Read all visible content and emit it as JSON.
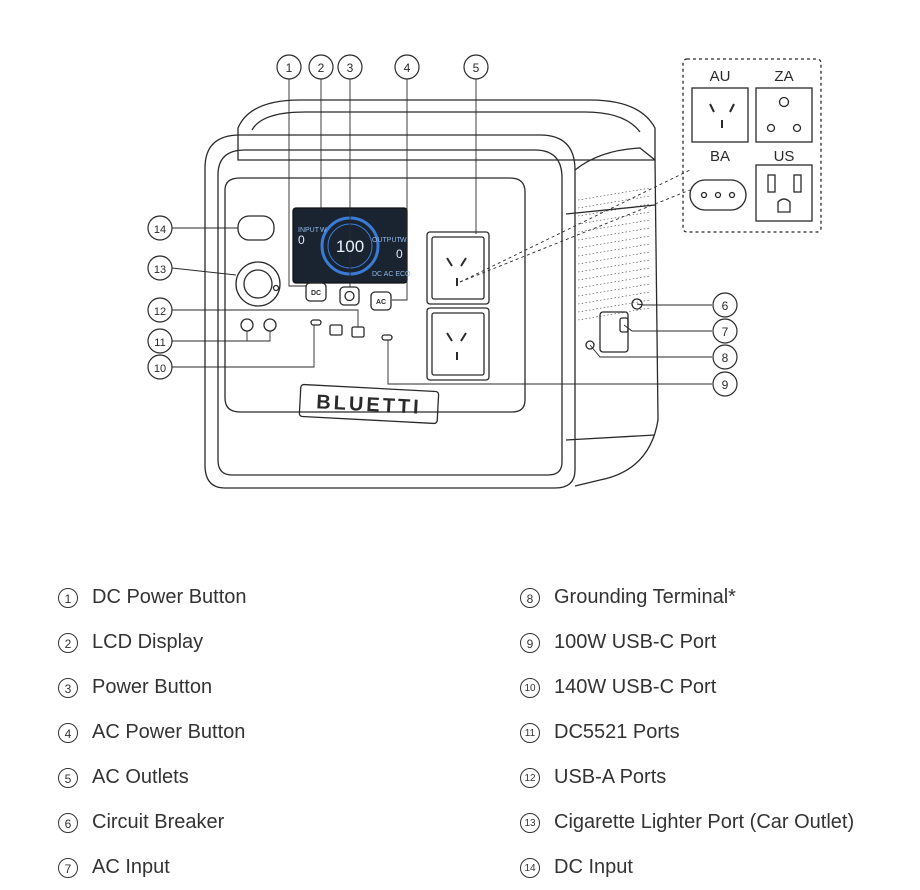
{
  "plug_types": [
    "AU",
    "ZA",
    "BA",
    "US"
  ],
  "device_brand": "BLUETTI",
  "lcd": {
    "center_value": "100",
    "left_label": "INPUT",
    "left_value": "0",
    "left_unit": "W",
    "right_label": "OUTPUT",
    "right_value": "0",
    "right_unit": "W",
    "status_text": "DC  AC  ECO"
  },
  "buttons": {
    "dc": "DC",
    "ac": "AC"
  },
  "callouts": [
    {
      "number": "1",
      "label": "DC Power Button"
    },
    {
      "number": "2",
      "label": "LCD Display"
    },
    {
      "number": "3",
      "label": "Power Button"
    },
    {
      "number": "4",
      "label": "AC Power Button"
    },
    {
      "number": "5",
      "label": "AC Outlets"
    },
    {
      "number": "6",
      "label": "Circuit Breaker"
    },
    {
      "number": "7",
      "label": "AC Input"
    },
    {
      "number": "8",
      "label": "Grounding Terminal*"
    },
    {
      "number": "9",
      "label": "100W USB-C Port"
    },
    {
      "number": "10",
      "label": "140W USB-C Port"
    },
    {
      "number": "11",
      "label": "DC5521 Ports"
    },
    {
      "number": "12",
      "label": "USB-A Ports"
    },
    {
      "number": "13",
      "label": "Cigarette Lighter Port (Car Outlet)"
    },
    {
      "number": "14",
      "label": "DC Input"
    }
  ]
}
